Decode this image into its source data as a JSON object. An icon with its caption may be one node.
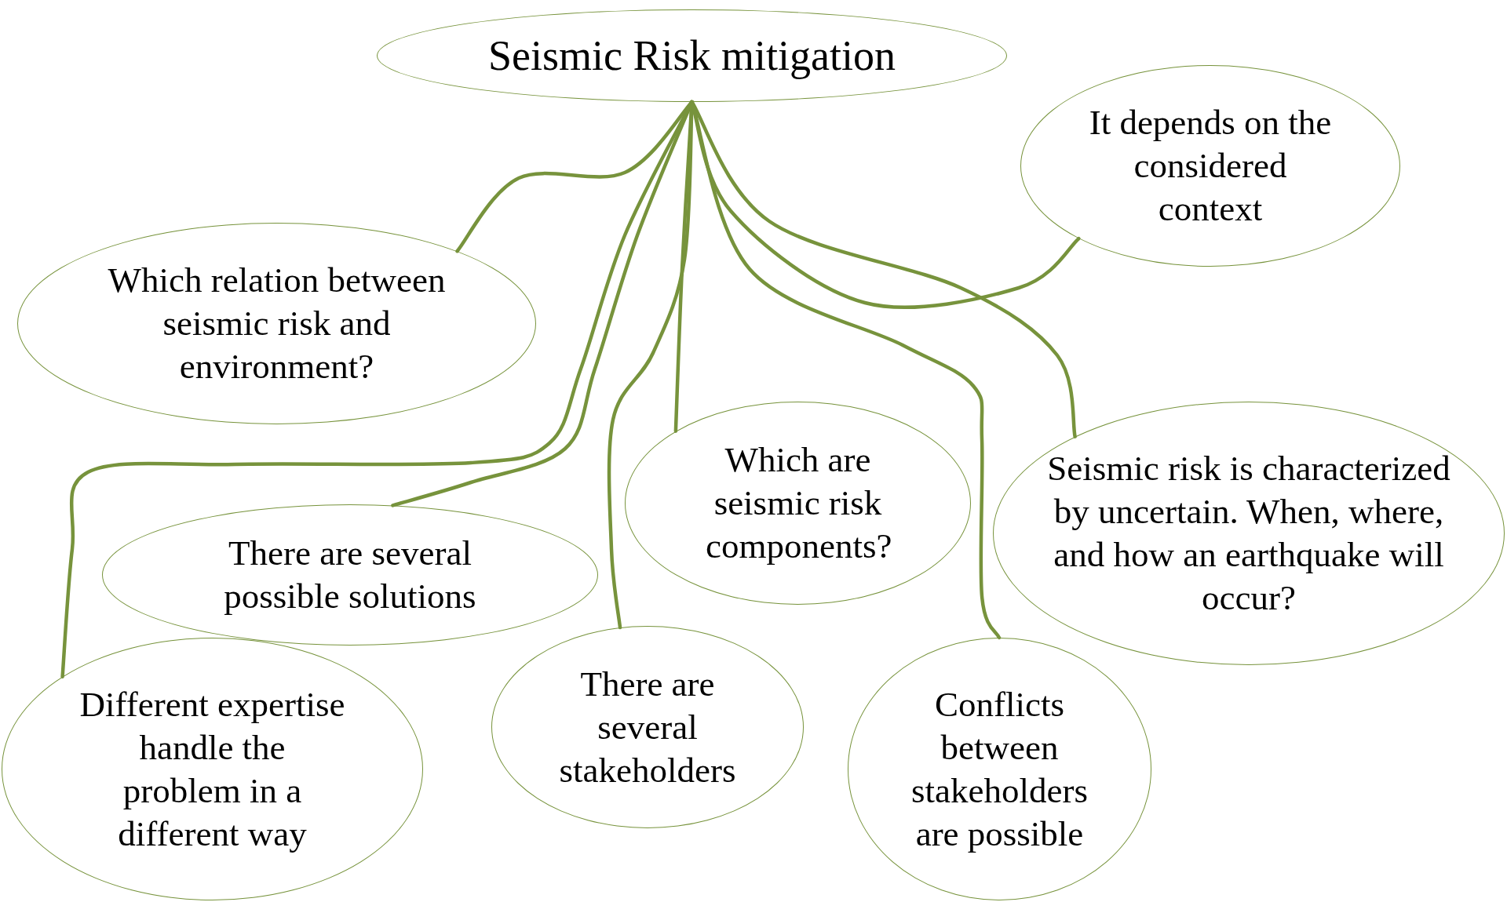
{
  "diagram": {
    "nodes": [
      {
        "text": [
          "Seismic Risk mitigation"
        ]
      },
      {
        "text": [
          "It depends on the considered context"
        ]
      },
      {
        "text": [
          "Which relation between seismic risk and environment?"
        ]
      },
      {
        "text": [
          "There are several possible solutions"
        ]
      },
      {
        "text": [
          "Which are seismic risk components?"
        ]
      },
      {
        "text": [
          "Seismic risk is characterized by uncertain. When, where, and how an earthquake will occur?"
        ]
      },
      {
        "text": [
          "Different expertise handle the problem in a different way"
        ]
      },
      {
        "text": [
          "There are several stakeholders"
        ]
      },
      {
        "text": [
          "Conflicts between stakeholders are possible"
        ]
      }
    ],
    "edges": [
      {
        "from": 0,
        "to": 1,
        "arrow": "none"
      },
      {
        "from": 0,
        "to": 2,
        "arrow": "none"
      },
      {
        "from": 0,
        "to": 3,
        "arrow": "none"
      },
      {
        "from": 0,
        "to": 4,
        "arrow": "none"
      },
      {
        "from": 0,
        "to": 5,
        "arrow": "none"
      },
      {
        "from": 0,
        "to": 6,
        "arrow": "none"
      },
      {
        "from": 0,
        "to": 7,
        "arrow": "none"
      },
      {
        "from": 0,
        "to": 8,
        "arrow": "none"
      }
    ]
  }
}
